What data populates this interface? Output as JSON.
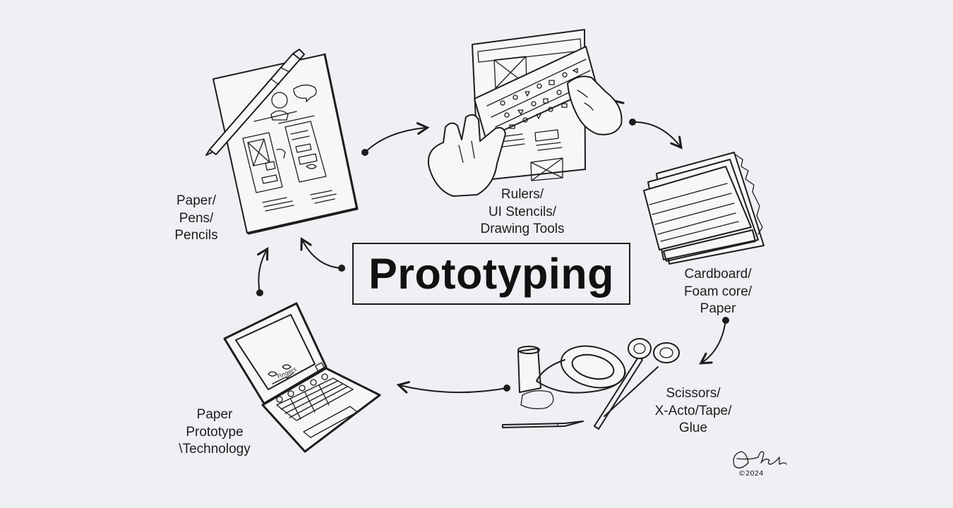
{
  "title": "Prototyping",
  "stages": [
    {
      "id": "paper",
      "lines": [
        "Paper/",
        "Pens/",
        "Pencils"
      ]
    },
    {
      "id": "stencils",
      "lines": [
        "Rulers/",
        "UI Stencils/",
        "Drawing Tools"
      ]
    },
    {
      "id": "cardboard",
      "lines": [
        "Cardboard/",
        "Foam core/",
        "Paper"
      ]
    },
    {
      "id": "scissors",
      "lines": [
        "Scissors/",
        "X-Acto/Tape/",
        "Glue"
      ]
    },
    {
      "id": "technology",
      "lines": [
        "Paper",
        "Prototype",
        "\\Technology"
      ]
    }
  ],
  "sketch_notes": {
    "laptop_screen_note": "Fingers"
  },
  "signature": {
    "copyright": "©2024"
  },
  "colors": {
    "background": "#eff0f4",
    "ink": "#1d1d1d"
  }
}
